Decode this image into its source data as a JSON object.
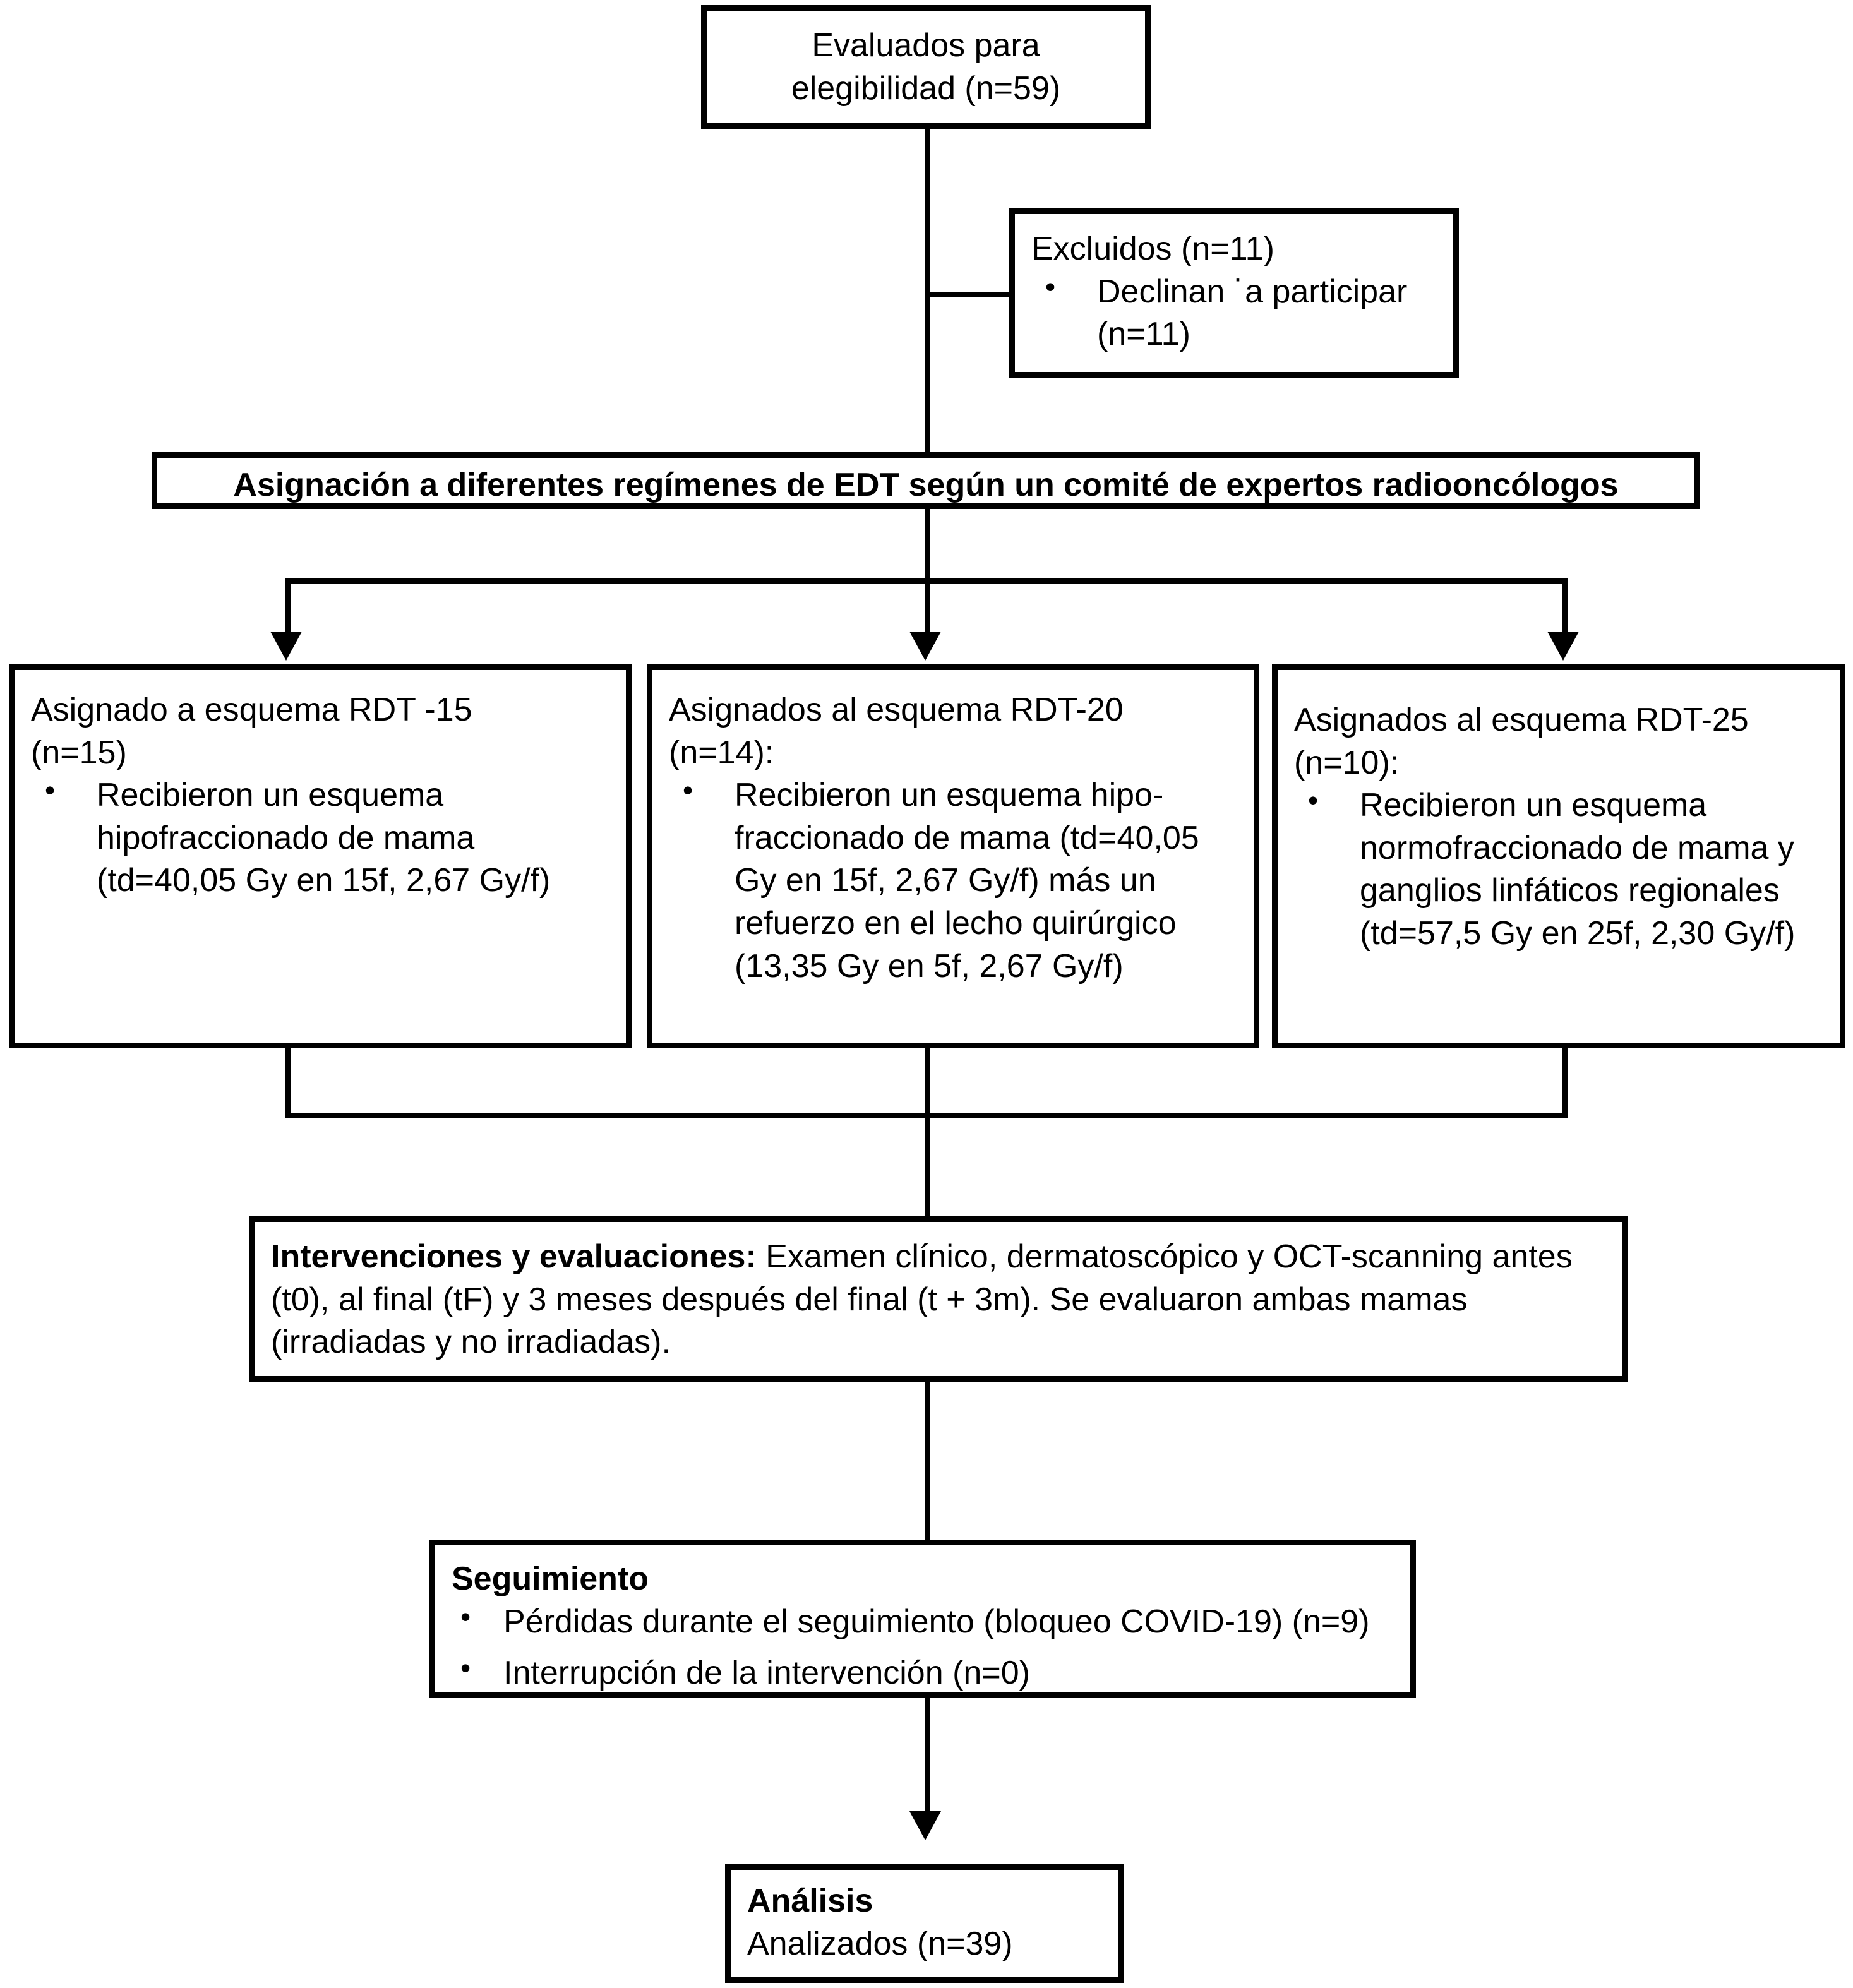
{
  "diagram": {
    "title": "Diagrama de flujo CONSORT del estudio",
    "language": "es",
    "type": "consort-flow-diagram",
    "line_color": "#000000",
    "background_color": "#ffffff",
    "text_color": "#000000"
  },
  "nodes": {
    "enrollment": {
      "line1": "Evaluados para",
      "line2": "elegibilidad (n=59)"
    },
    "excluded": {
      "heading": "Excluidos (n=11)",
      "bullets": [
        "Declinan ˙a participar (n=11)"
      ]
    },
    "allocation_bar": {
      "text": "Asignación a diferentes regímenes de EDT según un comité de expertos radiooncólogos"
    },
    "arm_rdt15": {
      "heading_line1": "Asignado a esquema RDT -15",
      "heading_line2": "(n=15)",
      "bullets": [
        "Recibieron un esquema hipofraccionado de mama (td=40,05 Gy en 15f, 2,67 Gy/f)"
      ]
    },
    "arm_rdt20": {
      "heading_line1": "Asignados al esquema RDT-20",
      "heading_line2": "(n=14):",
      "bullets": [
        " Recibieron un esquema hipo-fraccionado de mama (td=40,05 Gy en 15f, 2,67 Gy/f) más un refuerzo en el lecho quirúrgico (13,35 Gy en 5f, 2,67 Gy/f)"
      ]
    },
    "arm_rdt25": {
      "heading_line1": "Asignados al esquema RDT-25",
      "heading_line2": "(n=10):",
      "bullets": [
        "Recibieron un esquema normofraccionado de mama y ganglios linfáticos regionales (td=57,5 Gy en 25f, 2,30 Gy/f)"
      ]
    },
    "interventions": {
      "label": "Intervenciones y evaluaciones:",
      "body": " Examen clínico, dermatoscópico y OCT-scanning antes (t0), al final (tF) y 3 meses después del final (t + 3m). Se evaluaron ambas mamas (irradiadas y no irradiadas)."
    },
    "followup": {
      "heading": "Seguimiento",
      "bullets": [
        "Pérdidas durante el seguimiento (bloqueo COVID-19) (n=9)",
        "Interrupción de la intervención (n=0)"
      ]
    },
    "analysis": {
      "heading": "Análisis",
      "body": "Analizados (n=39)"
    }
  },
  "connectors": [
    {
      "name": "enrollment-to-allocation-stem",
      "kind": "vertical-line"
    },
    {
      "name": "excluded-branch",
      "kind": "horizontal-line"
    },
    {
      "name": "allocation-split-stem",
      "kind": "vertical-line"
    },
    {
      "name": "allocation-split-bar",
      "kind": "horizontal-line"
    },
    {
      "name": "arrow-to-rdt15",
      "kind": "arrow-down"
    },
    {
      "name": "arrow-to-rdt20",
      "kind": "arrow-down"
    },
    {
      "name": "arrow-to-rdt25",
      "kind": "arrow-down"
    },
    {
      "name": "arms-merge-bar",
      "kind": "horizontal-line"
    },
    {
      "name": "merge-to-interventions-stem",
      "kind": "vertical-line"
    },
    {
      "name": "interventions-to-followup-stem",
      "kind": "vertical-line"
    },
    {
      "name": "arrow-to-analysis",
      "kind": "arrow-down"
    }
  ]
}
